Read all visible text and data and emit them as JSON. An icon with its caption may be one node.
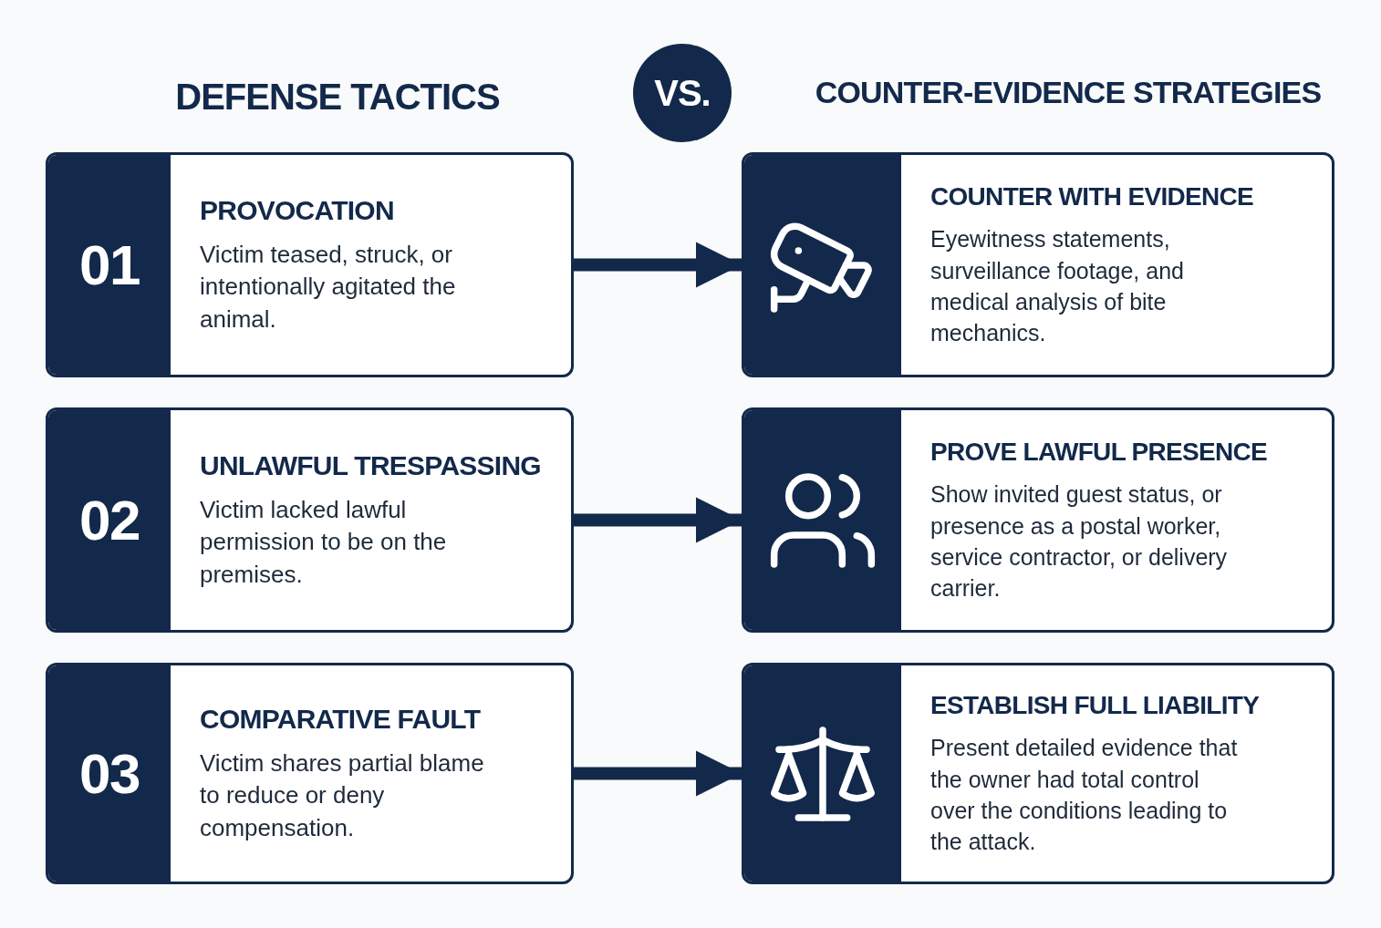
{
  "diagram": {
    "nodes": [
      {
        "text": [
          "VS."
        ]
      },
      {
        "text": [
          "01",
          "PROVOCATION",
          "Victim teased, struck, or intentionally agitated the animal."
        ]
      },
      {
        "text": [
          "COUNTER WITH EVIDENCE",
          "Eyewitness statements, surveillance footage, and medical analysis of bite mechanics."
        ]
      },
      {
        "text": [
          "02",
          "UNLAWFUL TRESPASSING",
          "Victim lacked lawful permission to be on the premises."
        ]
      },
      {
        "text": [
          "PROVE LAWFUL PRESENCE",
          "Show invited guest status, or presence as a postal worker, service contractor, or delivery carrier."
        ]
      },
      {
        "text": [
          "03",
          "COMPARATIVE FAULT",
          "Victim shares partial blame to reduce or deny compensation."
        ]
      },
      {
        "text": [
          "ESTABLISH FULL LIABILITY",
          "Present detailed evidence that the owner had total control over the conditions leading to the attack."
        ]
      }
    ],
    "edges": [
      {
        "from": 1,
        "to": 2,
        "arrow": "to"
      },
      {
        "from": 3,
        "to": 4,
        "arrow": "to"
      },
      {
        "from": 5,
        "to": 6,
        "arrow": "to"
      }
    ],
    "labels": [
      "DEFENSE TACTICS",
      "COUNTER-EVIDENCE STRATEGIES"
    ]
  }
}
